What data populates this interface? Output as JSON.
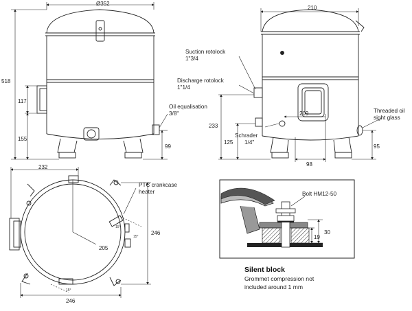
{
  "front_view": {
    "diameter": "Ø352",
    "height_total": "518",
    "height_oil_eq": "155",
    "dim_117": "117",
    "dim_99": "99",
    "oil_equalisation_line1": "Oil equalisation",
    "oil_equalisation_line2": "3/8\""
  },
  "side_view": {
    "width": "210",
    "suction_line1": "Suction rotolock",
    "suction_line2": "1\"3/4",
    "discharge_line1": "Discharge rotolock",
    "discharge_line2": "1\"1/4",
    "dim_233": "233",
    "dim_209": "209",
    "dim_125": "125",
    "schrader_line1": "Schrader",
    "schrader_line2": "1/4\"",
    "dim_98": "98",
    "dim_95": "95",
    "threaded_line1": "Threaded oil",
    "threaded_line2": "sight glass"
  },
  "top_view": {
    "dim_232": "232",
    "ptc_line1": "PTC crankcase",
    "ptc_line2": "heater",
    "dim_246_right": "246",
    "dim_205": "205",
    "dim_246_bottom": "246",
    "angle_a": "15°",
    "angle_b": "15°",
    "angle_c": "15°"
  },
  "silent_block": {
    "bolt": "Bolt HM12-50",
    "dim_30": "30",
    "dim_19": "19",
    "title": "Silent block",
    "note_line1": "Grommet compression not",
    "note_line2": "included around 1 mm"
  }
}
